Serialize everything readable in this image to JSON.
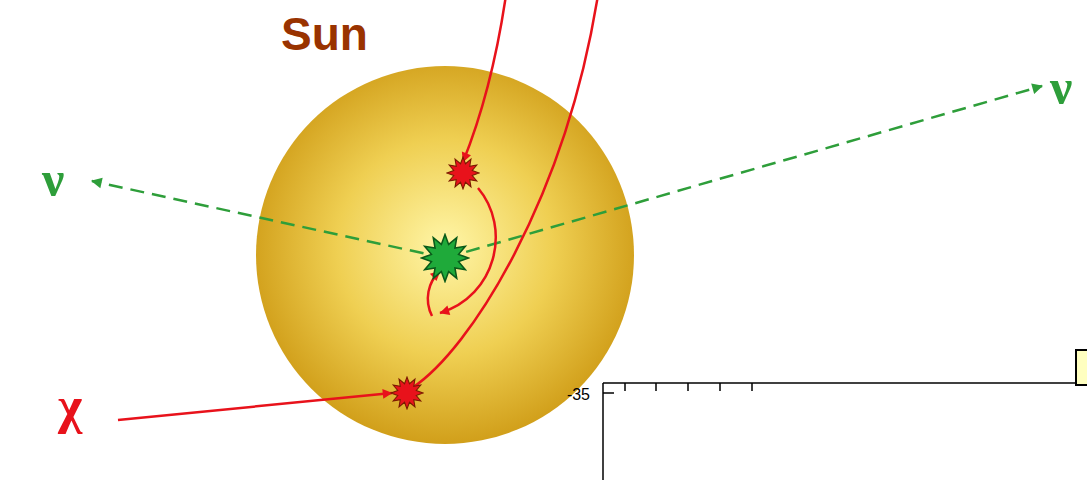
{
  "diagram": {
    "nodes": [
      {
        "text": [
          "Sun"
        ]
      }
    ],
    "labels": [
      "ν",
      "ν",
      "χ",
      "-35"
    ]
  }
}
